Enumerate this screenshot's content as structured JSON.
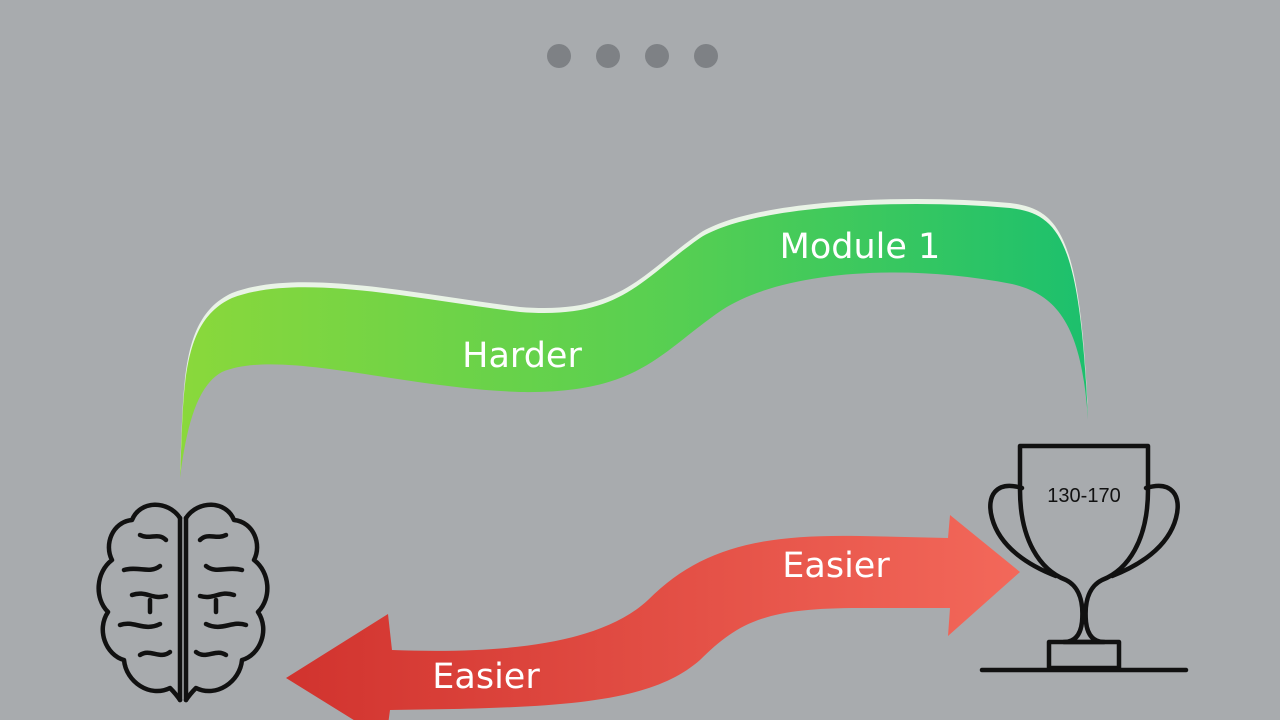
{
  "pagination": {
    "dots": 4
  },
  "green_path": {
    "upper_label": "Module 1",
    "lower_label": "Harder",
    "colors": {
      "start": "#8ad83b",
      "end": "#1fc46b"
    }
  },
  "red_path": {
    "upper_label": "Easier",
    "lower_label": "Easier",
    "colors": {
      "start": "#d63a34",
      "end": "#f3685a"
    }
  },
  "trophy": {
    "score_range": "130-170"
  },
  "icons": {
    "left": "brain-icon",
    "right": "trophy-icon"
  },
  "colors": {
    "background": "#a8abae",
    "outline": "#111111",
    "dot": "#7e8185"
  }
}
